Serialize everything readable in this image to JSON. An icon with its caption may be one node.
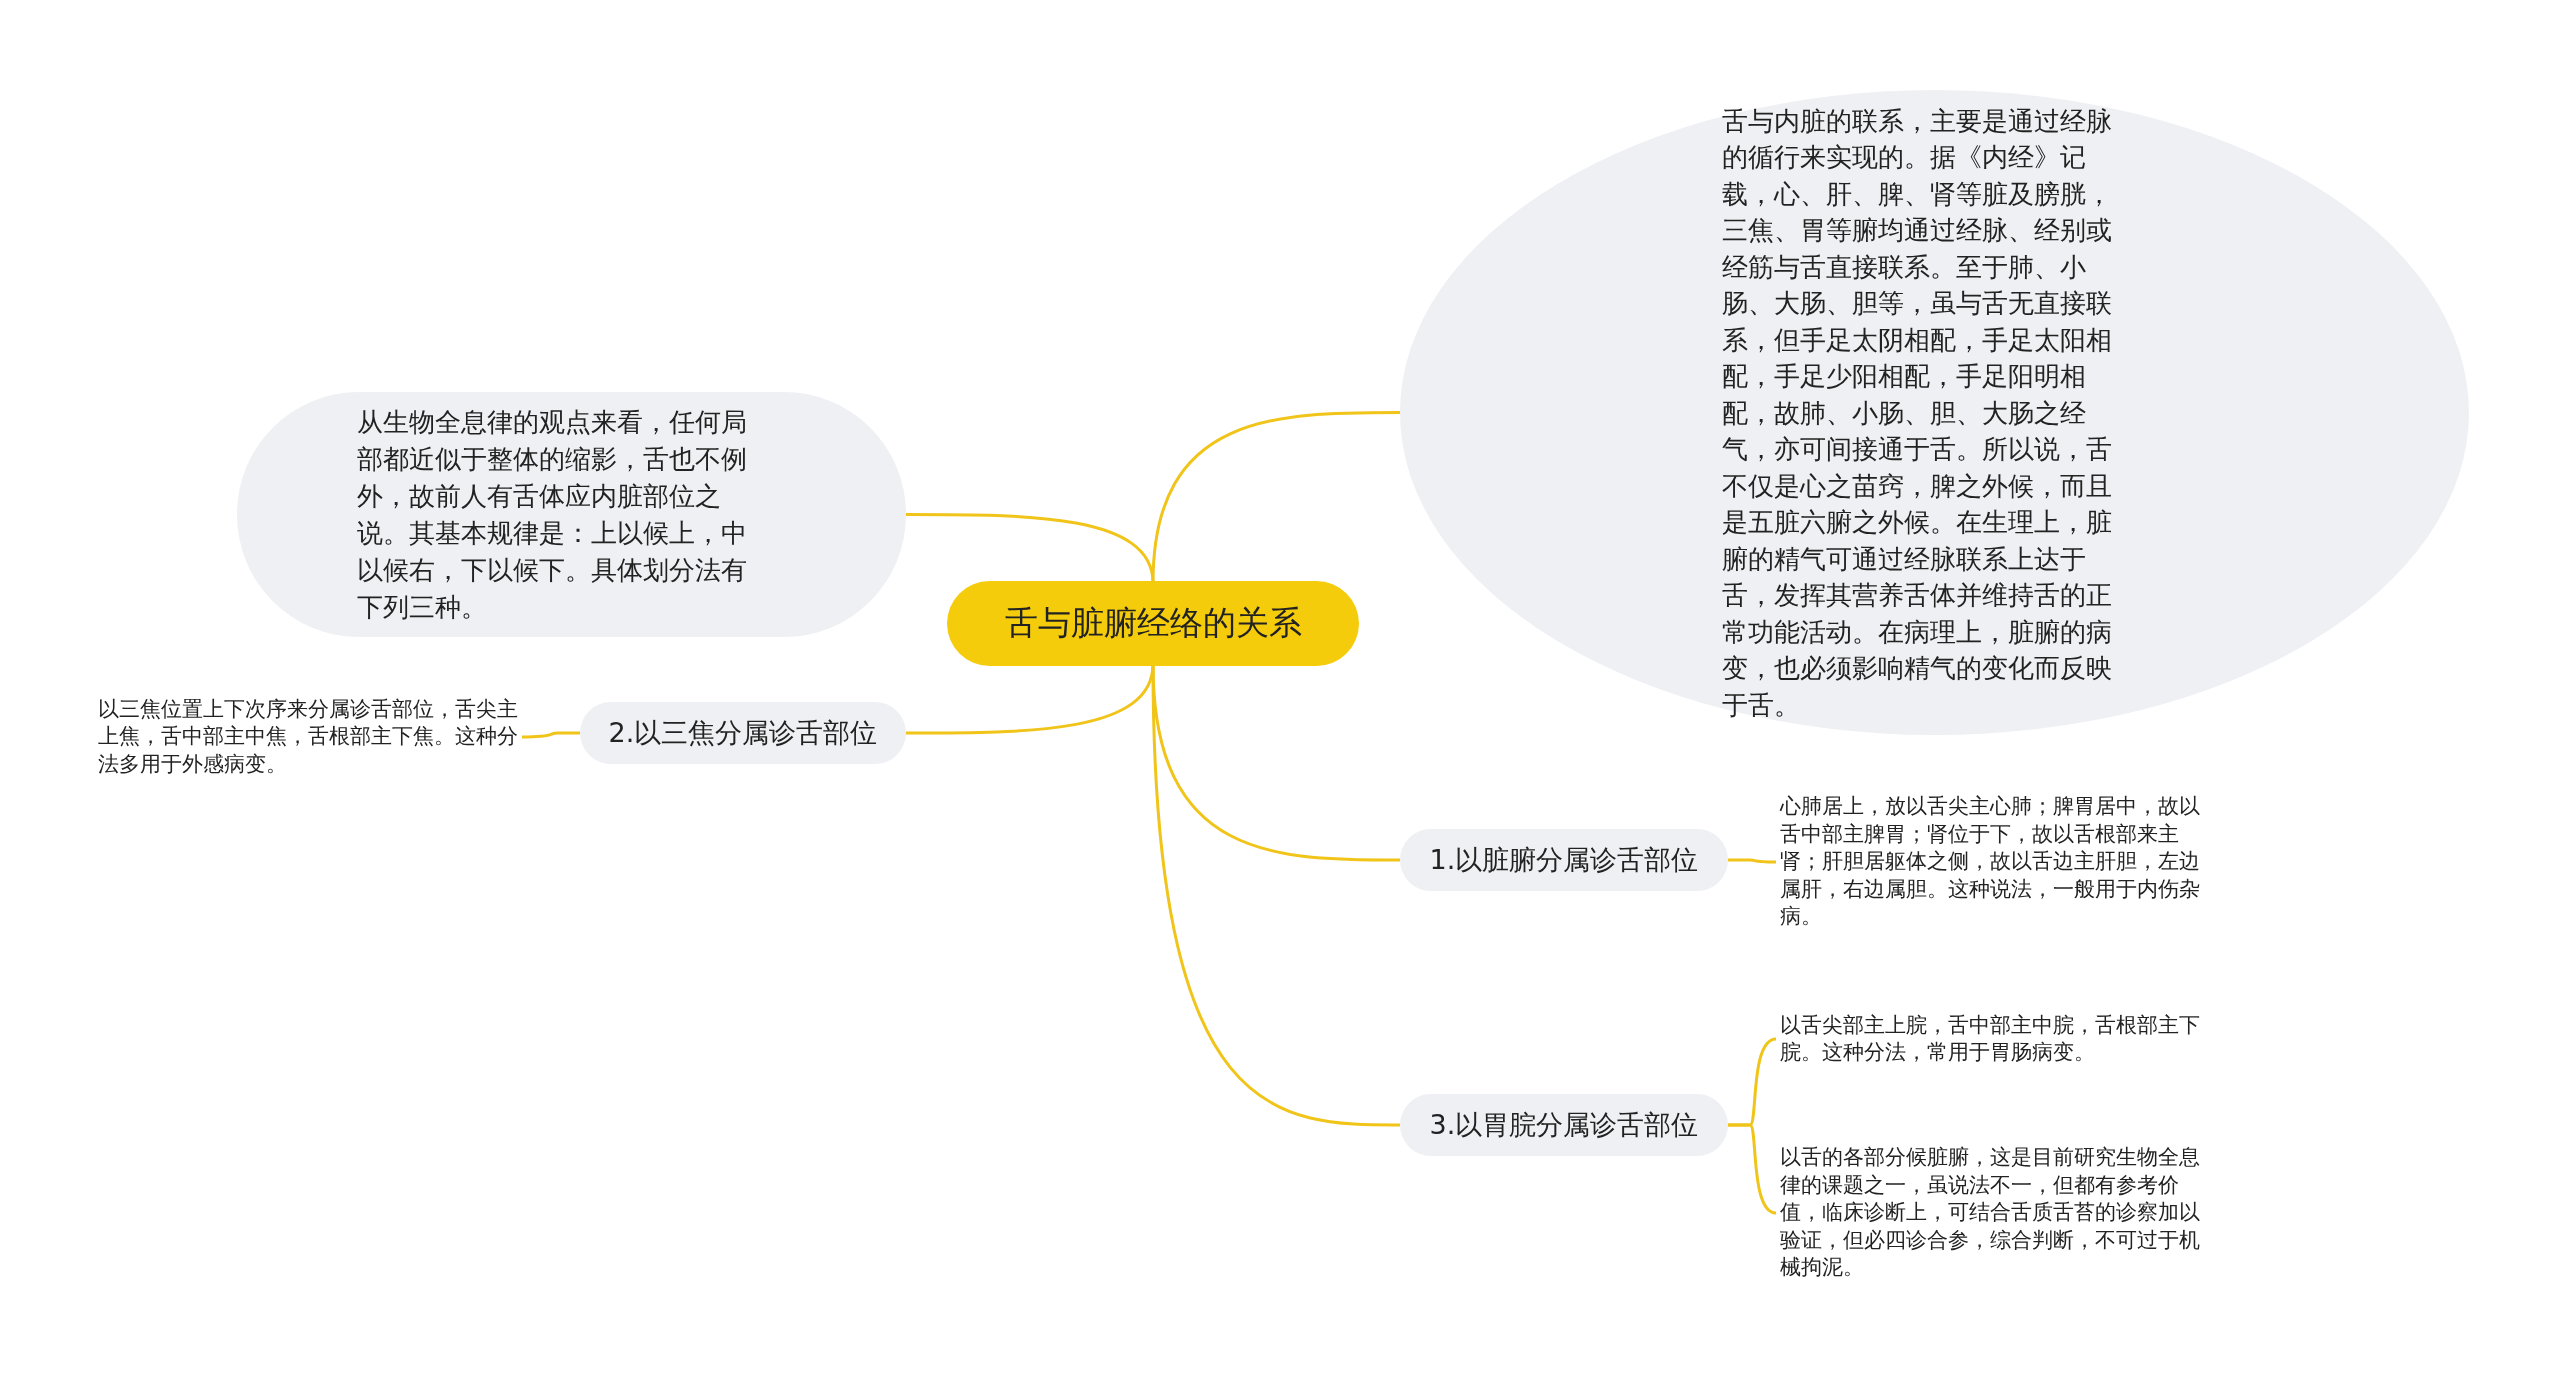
{
  "diagram": {
    "nodes": [
      {
        "text": [
          "舌与脏腑经络的关系"
        ]
      },
      {
        "text": [
          "从生物全息律的观点来看，任何局部都近似于整体的缩影，舌也不例外，故前人有舌体应内脏部位之说。其基本规律是：上以候上，中以候右，下以候下。具体划分法有下列三种。"
        ]
      },
      {
        "text": [
          "舌与内脏的联系，主要是通过经脉的循行来实现的。据《内经》记载，心、肝、脾、肾等脏及膀胱，三焦、胃等腑均通过经脉、经别或经筋与舌直接联系。至于肺、小肠、大肠、胆等，虽与舌无直接联系，但手足太阴相配，手足太阳相配，手足少阳相配，手足阳明相配，故肺、小肠、胆、大肠之经气，亦可间接通于舌。所以说，舌不仅是心之苗窍，脾之外候，而且是五脏六腑之外候。在生理上，脏腑的精气可通过经脉联系上达于舌，发挥其营养舌体并维持舌的正常功能活动。在病理上，脏腑的病变，也必须影响精气的变化而反映于舌。"
        ]
      },
      {
        "text": [
          "2.以三焦分属诊舌部位"
        ]
      },
      {
        "text": [
          "以三焦位置上下次序来分属诊舌部位，舌尖主上焦，舌中部主中焦，舌根部主下焦。这种分法多用于外感病变。"
        ]
      },
      {
        "text": [
          "1.以脏腑分属诊舌部位"
        ]
      },
      {
        "text": [
          "心肺居上，放以舌尖主心肺；脾胃居中，故以舌中部主脾胃；肾位于下，故以舌根部来主肾；肝胆居躯体之侧，故以舌边主肝胆，左边属肝，右边属胆。这种说法，一般用于内伤杂病。"
        ]
      },
      {
        "text": [
          "3.以胃脘分属诊舌部位"
        ]
      },
      {
        "text": [
          "以舌尖部主上脘，舌中部主中脘，舌根部主下脘。这种分法，常用于胃肠病变。"
        ]
      },
      {
        "text": [
          "以舌的各部分候脏腑，这是目前研究生物全息律的课题之一，虽说法不一，但都有参考价值，临床诊断上，可结合舌质舌苔的诊察加以验证，但必四诊合参，综合判断，不可过于机械拘泥。"
        ]
      }
    ],
    "edges": [
      {
        "from": 0,
        "to": 1,
        "arrow": "none"
      },
      {
        "from": 0,
        "to": 2,
        "arrow": "none"
      },
      {
        "from": 0,
        "to": 3,
        "arrow": "none"
      },
      {
        "from": 3,
        "to": 4,
        "arrow": "none"
      },
      {
        "from": 0,
        "to": 5,
        "arrow": "none"
      },
      {
        "from": 5,
        "to": 6,
        "arrow": "none"
      },
      {
        "from": 0,
        "to": 7,
        "arrow": "none"
      },
      {
        "from": 7,
        "to": 8,
        "arrow": "none"
      },
      {
        "from": 7,
        "to": 9,
        "arrow": "none"
      }
    ]
  }
}
